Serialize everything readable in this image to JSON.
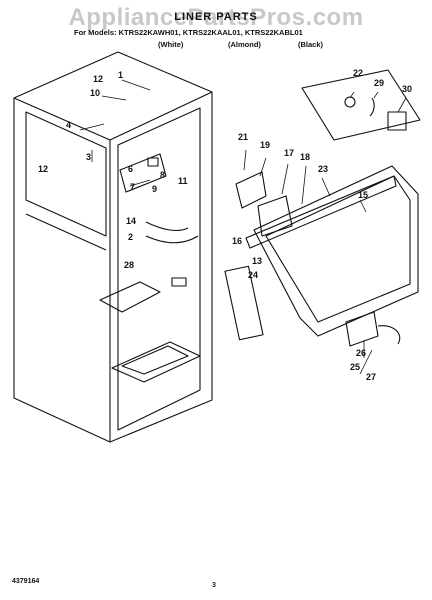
{
  "watermark": "AppliancePartsPros.com",
  "title": "LINER PARTS",
  "models": "For Models: KTRS22KAWH01, KTRS22KAAL01, KTRS22KABL01",
  "colors": {
    "white": "(White)",
    "almond": "(Almond)",
    "black": "(Black)"
  },
  "callouts": [
    "12",
    "10",
    "1",
    "4",
    "3",
    "12",
    "6",
    "7",
    "8",
    "9",
    "11",
    "14",
    "2",
    "28",
    "22",
    "29",
    "30",
    "21",
    "19",
    "17",
    "18",
    "23",
    "15",
    "16",
    "13",
    "24",
    "26",
    "25",
    "27"
  ],
  "footer": {
    "part_number": "4379164",
    "page": "3"
  }
}
